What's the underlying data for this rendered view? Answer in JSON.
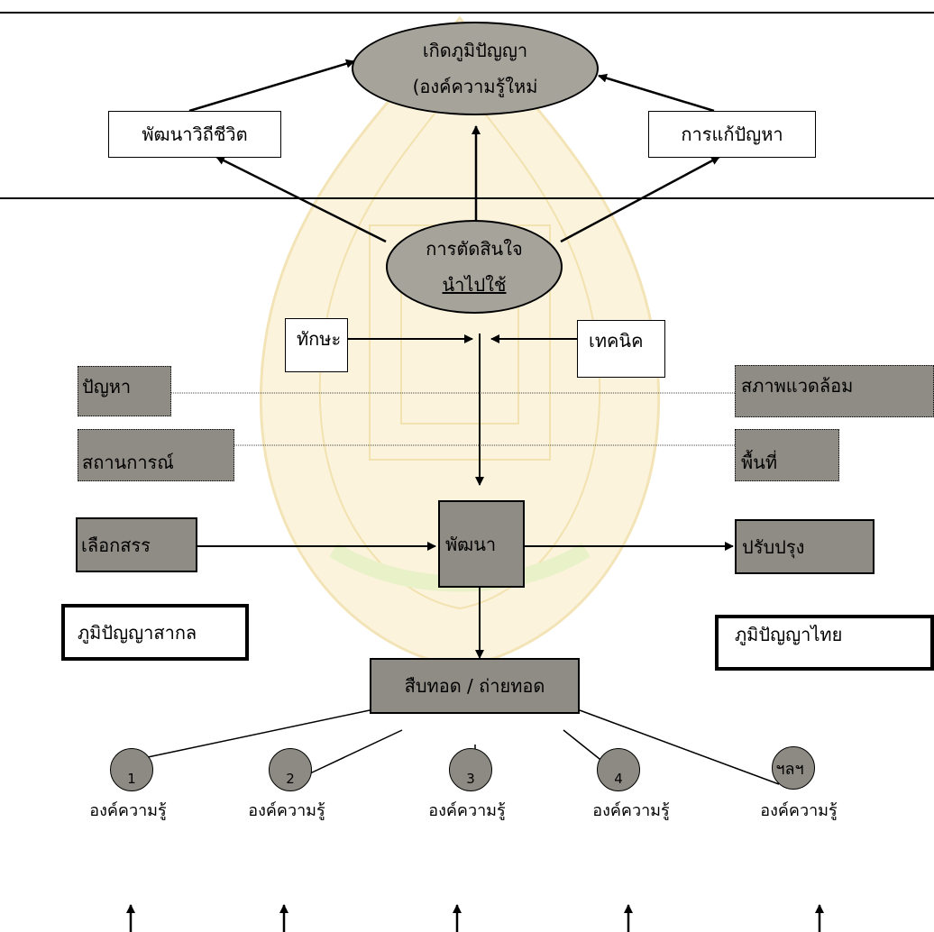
{
  "top_ellipse": {
    "line1": "เกิดภูมิปัญญา",
    "line2": "(องค์ความรู้ใหม่"
  },
  "left_top_box": "พัฒนาวิถีชีวิต",
  "right_top_box": "การแก้ปัญหา",
  "middle_ellipse": {
    "line1": "การตัดสินใจ",
    "line2": "นำไปใช้"
  },
  "skill_box": "ทักษะ",
  "technique_box": "เทคนิค",
  "problem_box": "ปัญหา",
  "environment_box": "สภาพแวดล้อม",
  "situation_box": "สถานการณ์",
  "area_box": "พื้นที่",
  "select_box": "เลือกสรร",
  "develop_box": "พัฒนา",
  "improve_box": "ปรับปรุง",
  "universal_wisdom_box": "ภูมิปัญญาสากล",
  "thai_wisdom_box": "ภูมิปัญญาไทย",
  "transfer_box": "สืบทอด / ถ่ายทอด",
  "knowledge_nodes": [
    {
      "number": "1",
      "label": "องค์ความรู้"
    },
    {
      "number": "2",
      "label": "องค์ความรู้"
    },
    {
      "number": "3",
      "label": "องค์ความรู้"
    },
    {
      "number": "4",
      "label": "องค์ความรู้"
    },
    {
      "number": "ฯลฯ",
      "label": "องค์ความรู้"
    }
  ]
}
